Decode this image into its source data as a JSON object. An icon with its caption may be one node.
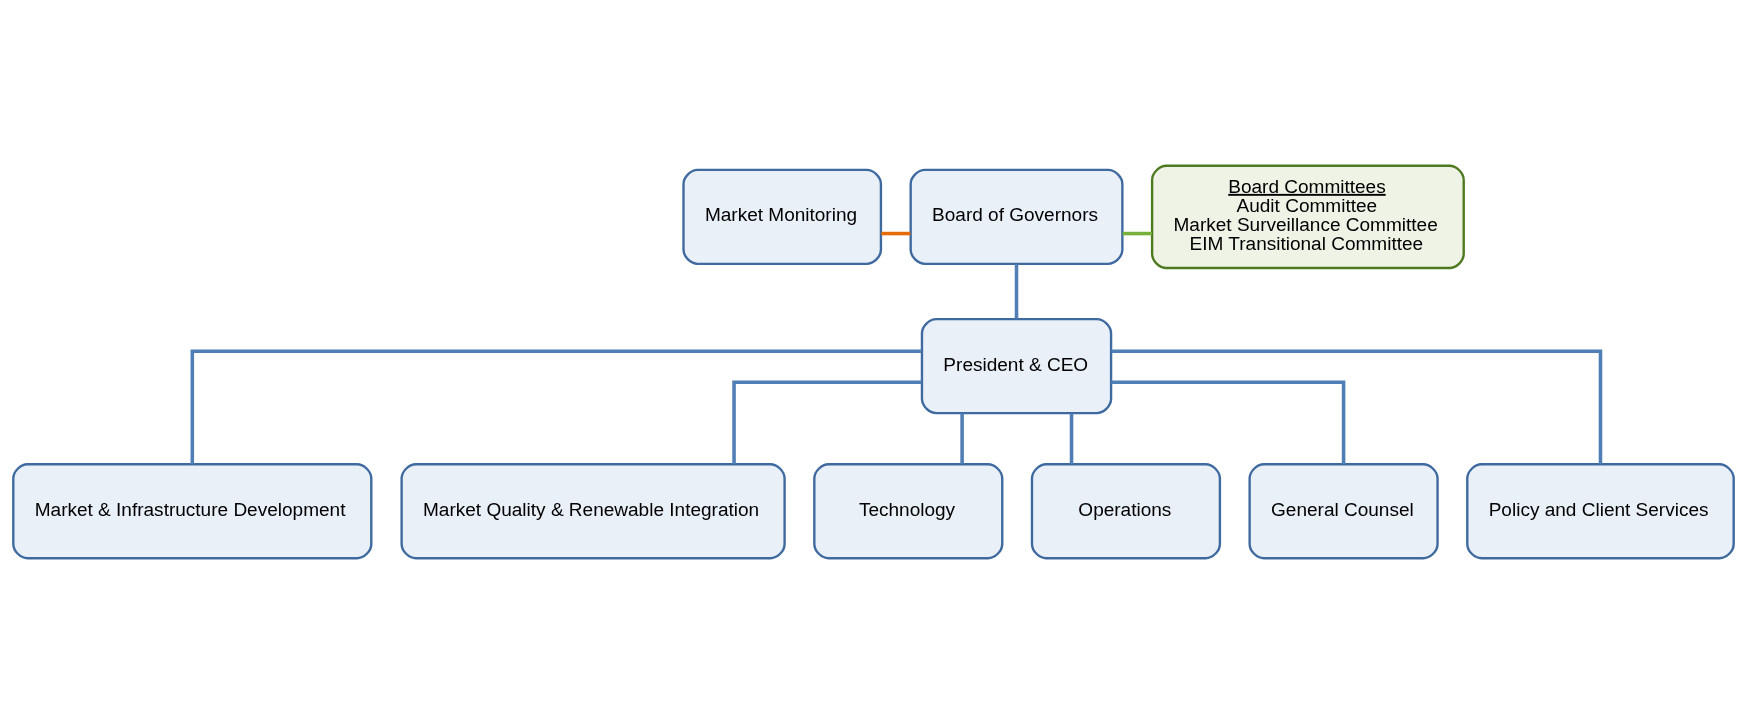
{
  "diagram": {
    "nodes": [
      {
        "text": [
          "Board of Governors"
        ]
      },
      {
        "text": [
          "Market Monitoring"
        ]
      },
      {
        "text": [
          "Board Committees",
          "Audit Committee",
          "Market Surveillance Committee",
          "EIM Transitional Committee"
        ]
      },
      {
        "text": [
          "President & CEO"
        ]
      },
      {
        "text": [
          "Market & Infrastructure Development"
        ]
      },
      {
        "text": [
          "Market Quality & Renewable Integration"
        ]
      },
      {
        "text": [
          "Technology"
        ]
      },
      {
        "text": [
          "Operations"
        ]
      },
      {
        "text": [
          "General Counsel"
        ]
      },
      {
        "text": [
          "Policy and Client Services"
        ]
      }
    ],
    "edges": [
      {
        "from": 0,
        "to": 1,
        "arrow": "none",
        "color": "#e46c0a"
      },
      {
        "from": 0,
        "to": 2,
        "arrow": "none",
        "color": "#77b03a"
      },
      {
        "from": 0,
        "to": 3,
        "arrow": "none"
      },
      {
        "from": 3,
        "to": 4,
        "arrow": "none"
      },
      {
        "from": 3,
        "to": 5,
        "arrow": "none"
      },
      {
        "from": 3,
        "to": 6,
        "arrow": "none"
      },
      {
        "from": 3,
        "to": 7,
        "arrow": "none"
      },
      {
        "from": 3,
        "to": 8,
        "arrow": "none"
      },
      {
        "from": 3,
        "to": 9,
        "arrow": "none"
      }
    ]
  }
}
